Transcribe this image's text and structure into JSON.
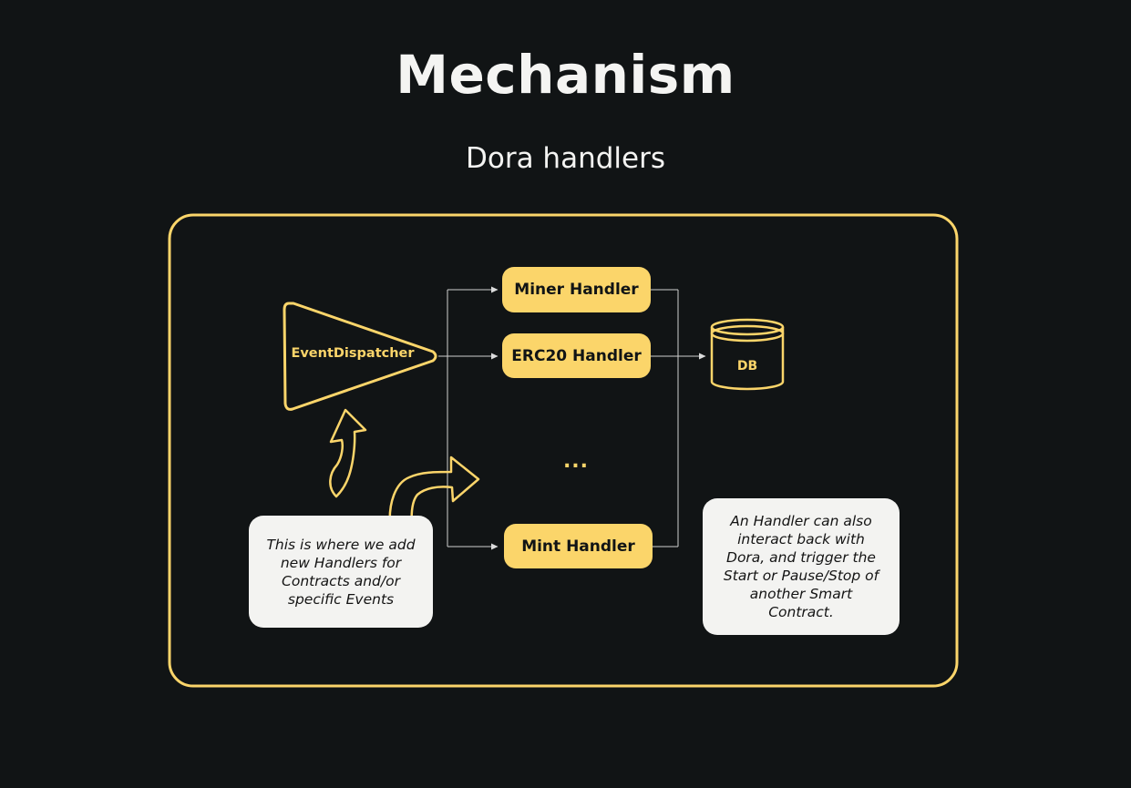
{
  "title": "Mechanism",
  "subtitle": "Dora handlers",
  "diagram": {
    "dispatcher": "EventDispatcher",
    "handlers": {
      "miner": "Miner Handler",
      "erc20": "ERC20 Handler",
      "ellipsis": "...",
      "mint": "Mint Handler"
    },
    "db": "DB",
    "notes": {
      "left": "This is where we add new Handlers for Contracts and/or specific Events",
      "right": "An Handler can also interact back with Dora, and trigger the Start or Pause/Stop of another Smart Contract."
    }
  },
  "colors": {
    "background": "#111415",
    "accent": "#fbd56a",
    "note_background": "#f3f3f1",
    "connector": "#cfcfcf"
  }
}
